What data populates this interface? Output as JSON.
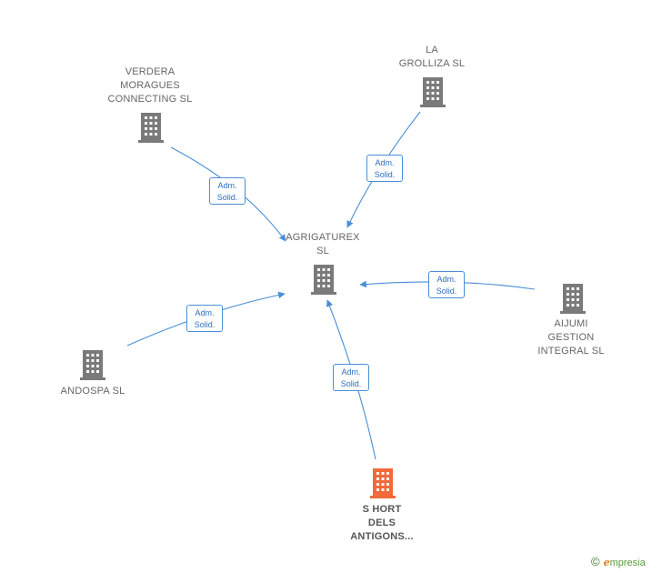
{
  "colors": {
    "edge": "#4a8fd6",
    "building": "#7a7a7a",
    "focus_building": "#f26a3a",
    "label": "#666666"
  },
  "nodes": {
    "center": {
      "name": "AGRIGATUREX\nSL",
      "icon": "building-icon"
    },
    "verdera": {
      "name": "VERDERA\nMORAGUES\nCONNECTING SL",
      "icon": "building-icon"
    },
    "grolliza": {
      "name": "LA\nGROLLIZA  SL",
      "icon": "building-icon"
    },
    "aijumi": {
      "name": "AIJUMI\nGESTION\nINTEGRAL  SL",
      "icon": "building-icon"
    },
    "andospa": {
      "name": "ANDOSPA  SL",
      "icon": "building-icon"
    },
    "short": {
      "name": "S HORT\nDELS\nANTIGONS...",
      "icon": "building-icon"
    }
  },
  "edges": [
    {
      "from": "verdera",
      "line1": "Adm.",
      "line2": "Solid."
    },
    {
      "from": "grolliza",
      "line1": "Adm.",
      "line2": "Solid."
    },
    {
      "from": "aijumi",
      "line1": "Adm.",
      "line2": "Solid."
    },
    {
      "from": "andospa",
      "line1": "Adm.",
      "line2": "Solid."
    },
    {
      "from": "short",
      "line1": "Adm.",
      "line2": "Solid."
    }
  ],
  "footer": {
    "copyright_symbol": "©",
    "brand_initial": "e",
    "brand_rest": "mpresia"
  }
}
